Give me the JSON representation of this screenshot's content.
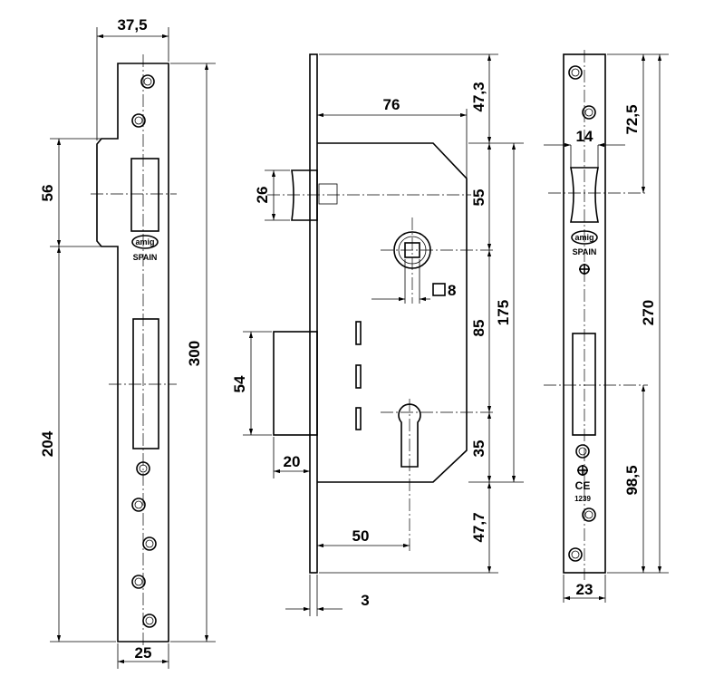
{
  "strike_plate": {
    "dims": {
      "width_top": "37,5",
      "latch_height": "56",
      "lower": "204",
      "total": "300",
      "width": "25"
    },
    "brand": "amig",
    "origin": "SPAIN"
  },
  "lock_body": {
    "dims": {
      "backset_body": "76",
      "top": "47,3",
      "latch_to_spindle": "55",
      "spindle_to_cylinder": "85",
      "cylinder_to_body_bottom": "35",
      "bottom": "47,7",
      "body_height": "175",
      "latch_height": "26",
      "deadbolt_height": "54",
      "deadbolt_throw": "20",
      "backset": "50",
      "faceplate_thickness": "3",
      "spindle": "8"
    }
  },
  "faceplate": {
    "dims": {
      "latch_width": "14",
      "top_to_latch": "72,5",
      "total": "270",
      "bottom_to_bolt": "98,5",
      "width": "23"
    },
    "brand": "amig",
    "origin": "SPAIN",
    "ce_mark": "CE",
    "ce_number": "1239"
  }
}
